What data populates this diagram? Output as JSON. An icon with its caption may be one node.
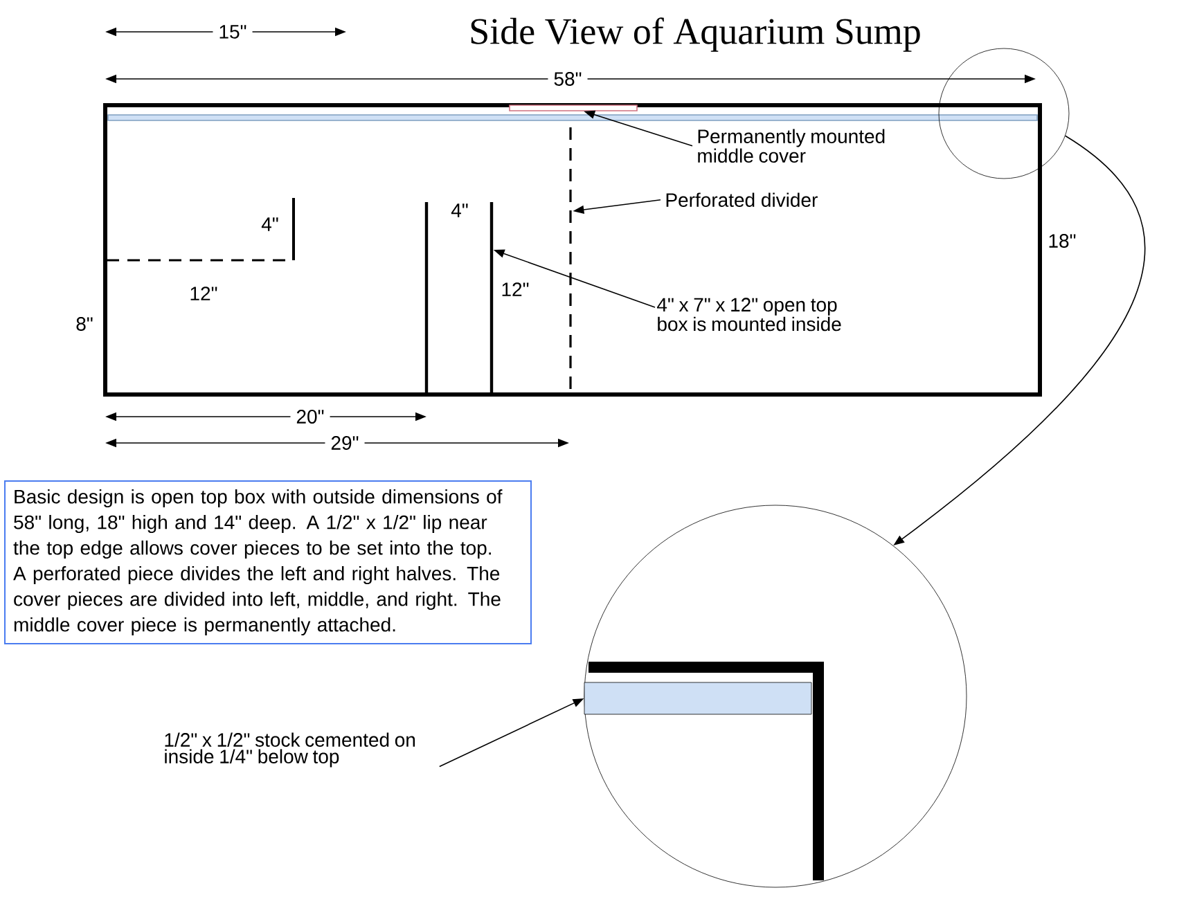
{
  "diagram": {
    "title": "Side View of Aquarium Sump",
    "nodes": [
      {
        "text": [],
        "shape": "bar"
      },
      {
        "text": [
          "Permanently mounted middle cover"
        ]
      },
      {
        "text": [],
        "shape": "bar"
      },
      {
        "text": [
          "Perforated divider"
        ]
      },
      {
        "text": [],
        "shape": "bar"
      },
      {
        "text": [
          "4\" x 7\" x 12\" open top box is mounted inside"
        ]
      },
      {
        "text": [],
        "shape": "circle"
      },
      {
        "text": [],
        "shape": "circle"
      },
      {
        "text": [],
        "shape": "bar",
        "in": 7
      },
      {
        "text": [
          "1/2\" x 1/2\" stock cemented on inside 1/4\" below top"
        ]
      },
      {
        "text": [
          "Basic design is open top box with outside dimensions of 58\" long, 18\" high and 14\" deep. A 1/2\" x 1/2\" lip near the top edge allows cover pieces to be set into the top. A perforated piece divides the left and right halves. The cover pieces are divided into left, middle, and right. The middle cover piece is permanently attached."
        ]
      }
    ],
    "edges": [
      {
        "from": 1,
        "to": 0,
        "arrow": "to"
      },
      {
        "from": 3,
        "to": 2,
        "arrow": "to"
      },
      {
        "from": 5,
        "to": 4,
        "arrow": "to"
      },
      {
        "from": 6,
        "to": 7,
        "arrow": "to"
      },
      {
        "from": 9,
        "to": 8,
        "arrow": "to"
      }
    ],
    "labels": [
      "15\"",
      "58\"",
      "4\"",
      "4\"",
      "18\"",
      "12\"",
      "12\"",
      "8\"",
      "20\"",
      "29\""
    ]
  }
}
